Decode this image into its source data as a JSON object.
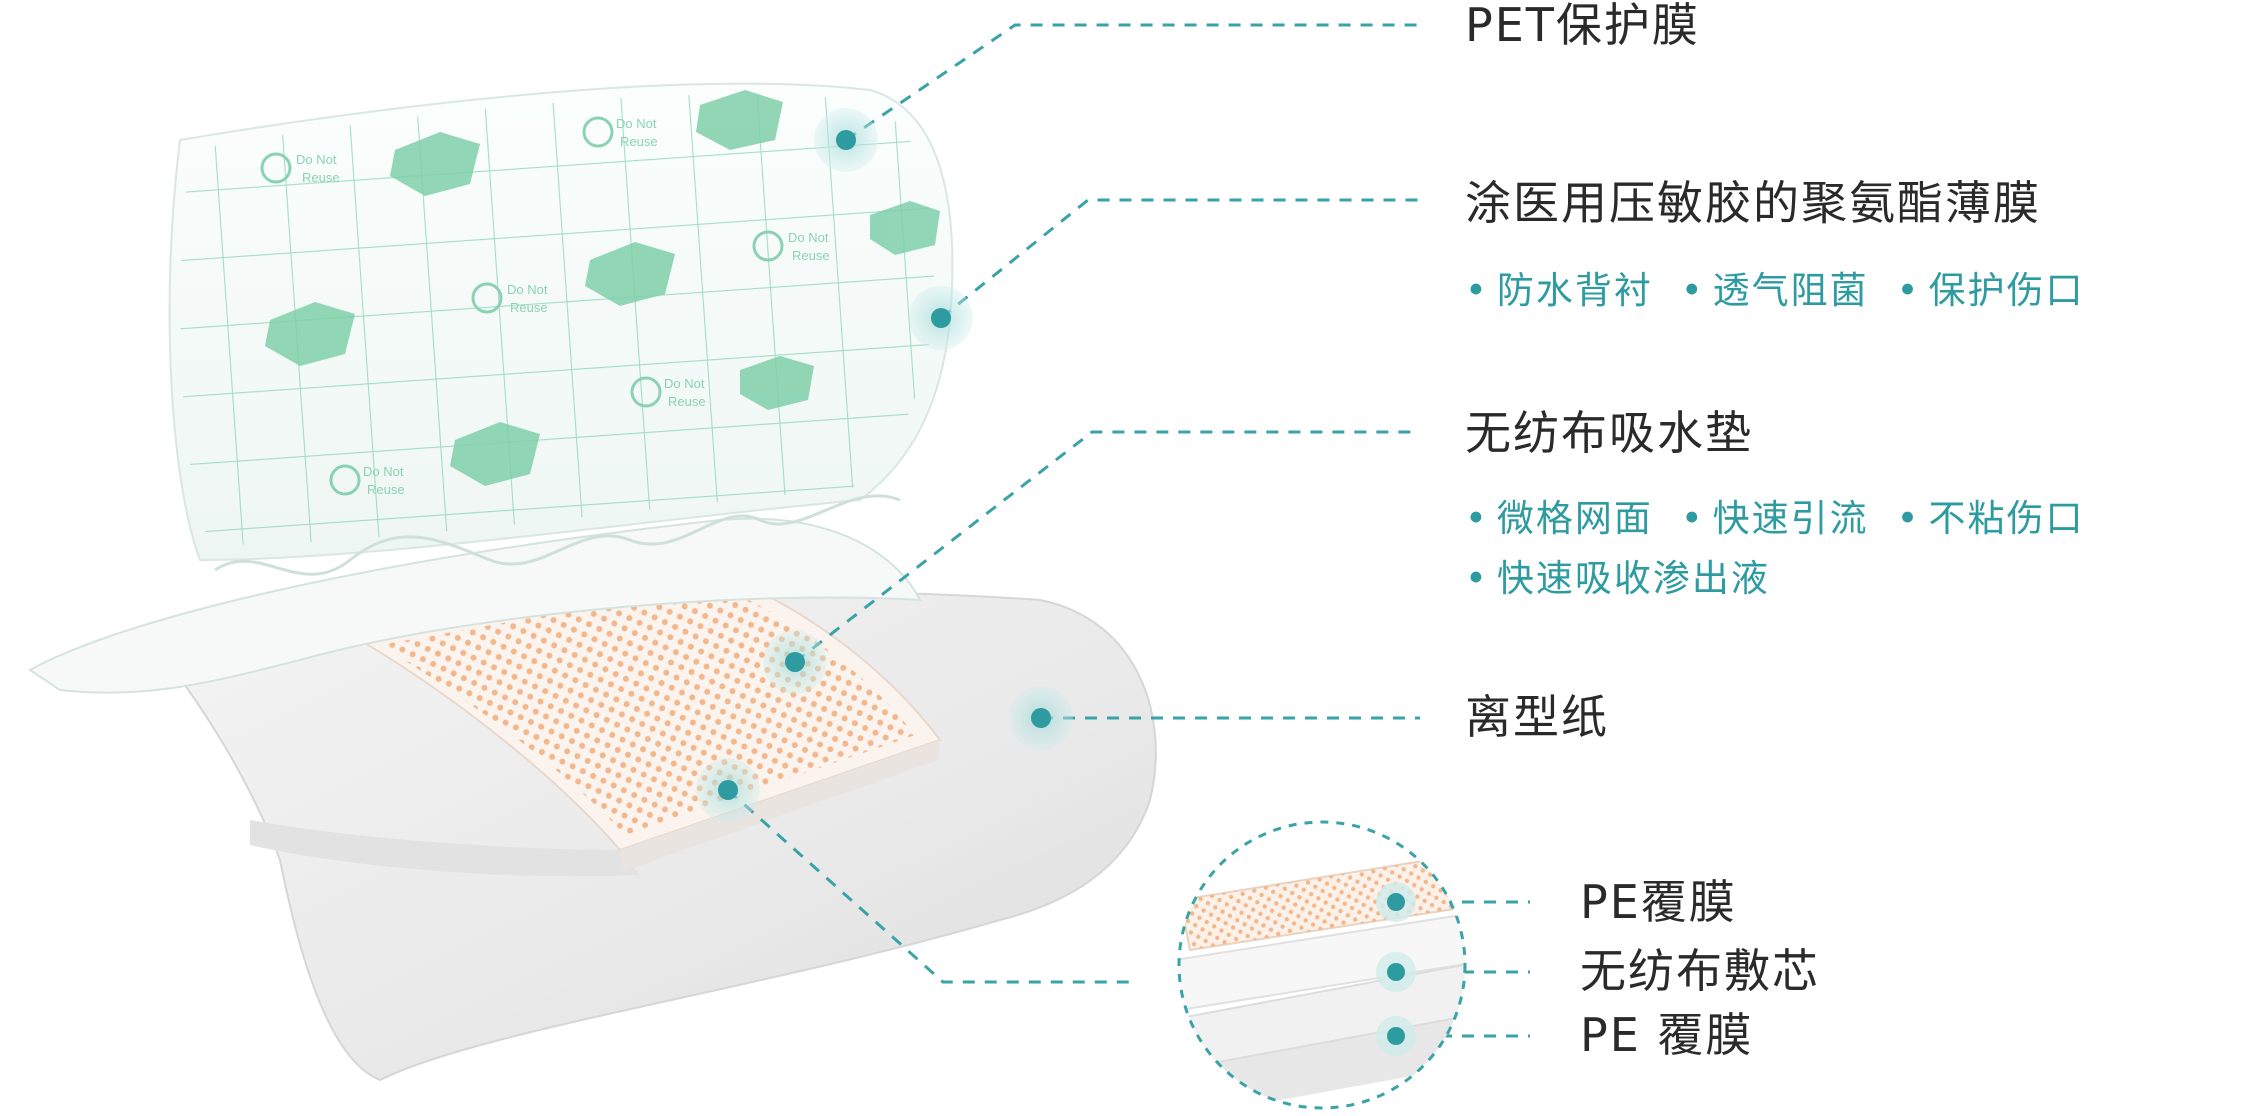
{
  "colors": {
    "accent": "#2e9ba0",
    "callout": "#3aa3a7",
    "text": "#2a2a2a",
    "grid": "#7ccfae",
    "dots": "#f0b58a"
  },
  "labels": {
    "pet_film": "PET保护膜",
    "pu_film": "涂医用压敏胶的聚氨酯薄膜",
    "nonwoven_pad": "无纺布吸水垫",
    "release_paper": "离型纸"
  },
  "features": {
    "pu_film": [
      "防水背衬",
      "透气阻菌",
      "保护伤口"
    ],
    "nonwoven_pad_row1": [
      "微格网面",
      "快速引流",
      "不粘伤口"
    ],
    "nonwoven_pad_row2": [
      "快速吸收渗出液"
    ]
  },
  "detail_layers": [
    "PE覆膜",
    "无纺布敷芯",
    "PE 覆膜"
  ],
  "printed_marks": {
    "do_not": "Do Not",
    "reuse": "Reuse"
  }
}
